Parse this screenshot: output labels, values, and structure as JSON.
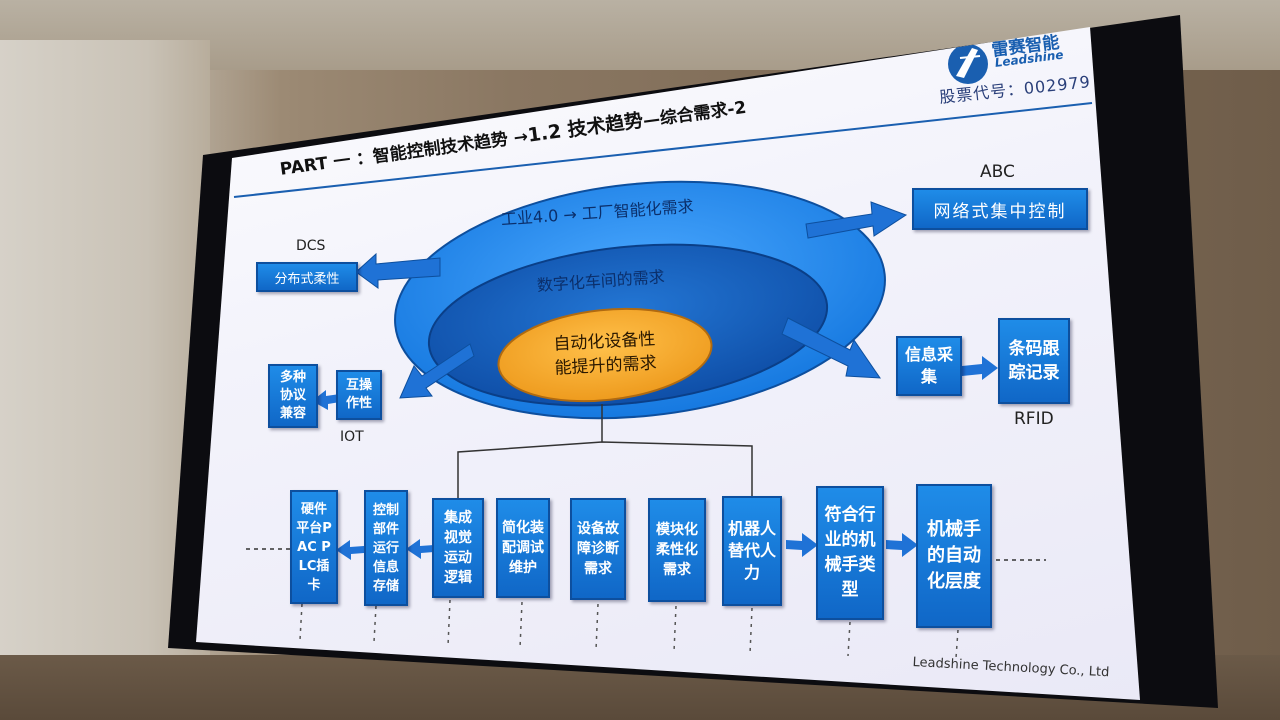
{
  "brand": {
    "name_cn": "雷赛智能",
    "name_en": "Leadshine",
    "stock_code": "股票代号：002979"
  },
  "title": {
    "part": "PART 一 ：智能控制技术趋势",
    "arrow": "→",
    "section": "1.2 技术趋势",
    "subtitle": "—综合需求-2"
  },
  "ellipses": {
    "outer": "工业4.0 → 工厂智能化需求",
    "middle": "数字化车间的需求",
    "inner_line1": "自动化设备性",
    "inner_line2": "能提升的需求"
  },
  "side_labels": {
    "dcs": "DCS",
    "abc": "ABC",
    "iot": "IOT",
    "rfid": "RFID"
  },
  "side_boxes": {
    "distributed": "分布式柔性",
    "network": "网络式集中控制",
    "multi_protocol": "多种协议兼容",
    "interop": "互操作性",
    "info_collect": "信息采集",
    "barcode": "条码跟踪记录"
  },
  "bottom_boxes": [
    "硬件平台PAC PLC插卡",
    "控制部件运行信息存储",
    "集成视觉运动逻辑",
    "简化装配调试维护",
    "设备故障诊断需求",
    "模块化柔性化需求",
    "机器人替代人力",
    "符合行业的机械手类型",
    "机械手的自动化层度"
  ],
  "footer": "Leadshine Technology Co., Ltd",
  "colors": {
    "box_blue": "#1a7ad8",
    "outer_ellipse": "#2a8ef0",
    "middle_ellipse": "#1660c2",
    "inner_ellipse": "#f4a62a",
    "arrow_blue": "#1f72d6"
  }
}
